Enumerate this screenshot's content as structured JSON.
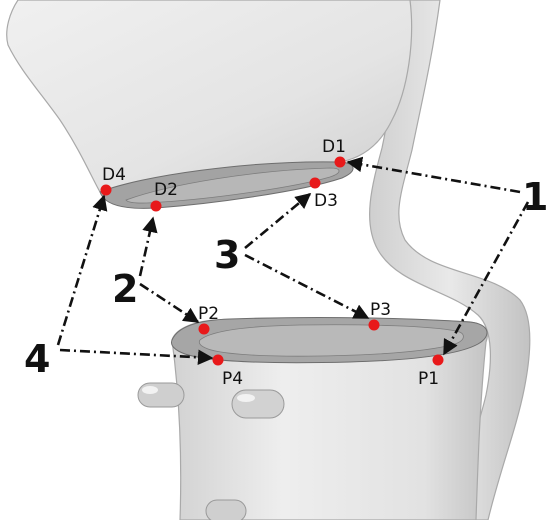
{
  "colors": {
    "body_fill": "#e6e6e6",
    "body_stroke": "#a9a9a9",
    "shadow": "#c8c8c8",
    "cut_surface": "#9c9c9c",
    "cut_inner": "#b4b4b4",
    "marker": "#e8191a",
    "arrow": "#111111"
  },
  "points": {
    "D1": "D1",
    "D2": "D2",
    "D3": "D3",
    "D4": "D4",
    "P1": "P1",
    "P2": "P2",
    "P3": "P3",
    "P4": "P4"
  },
  "pairs": [
    "1",
    "2",
    "3",
    "4"
  ]
}
